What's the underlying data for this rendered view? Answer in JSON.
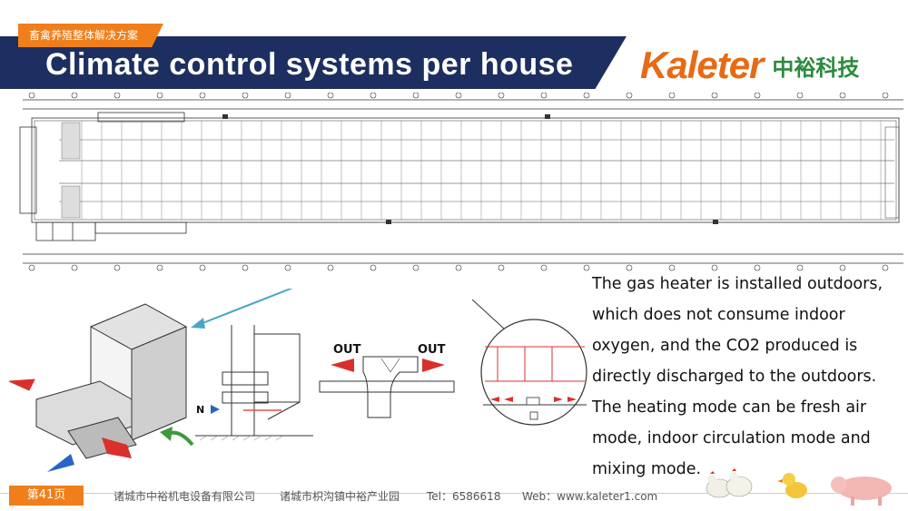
{
  "header": {
    "subtitle_tag": "畜禽养殖整体解决方案",
    "title": "Climate control systems per house"
  },
  "logo": {
    "text_en": "Kaleter",
    "text_cn": "中裕科技"
  },
  "diagram": {
    "label_out_left": "OUT",
    "label_out_right": "OUT",
    "label_n": "N"
  },
  "description": "The gas heater is installed outdoors, which does not consume indoor oxygen, and the CO2 produced is directly discharged to the outdoors. The heating mode can be fresh air mode, indoor circulation mode and mixing mode.",
  "footer": {
    "page": "第41页",
    "company": "诸城市中裕机电设备有限公司",
    "address": "诸城市枳沟镇中裕产业园",
    "tel": "Tel：6586618",
    "web": "Web：www.kaleter1.com"
  },
  "colors": {
    "header_navy": "#1d2f61",
    "accent_orange": "#f07e1a",
    "logo_green": "#2c8a3e",
    "arrow_red": "#d9302c",
    "arrow_blue": "#2a64c8",
    "arrow_green": "#3e9a3a",
    "pointer_cyan": "#4aa6c4"
  }
}
